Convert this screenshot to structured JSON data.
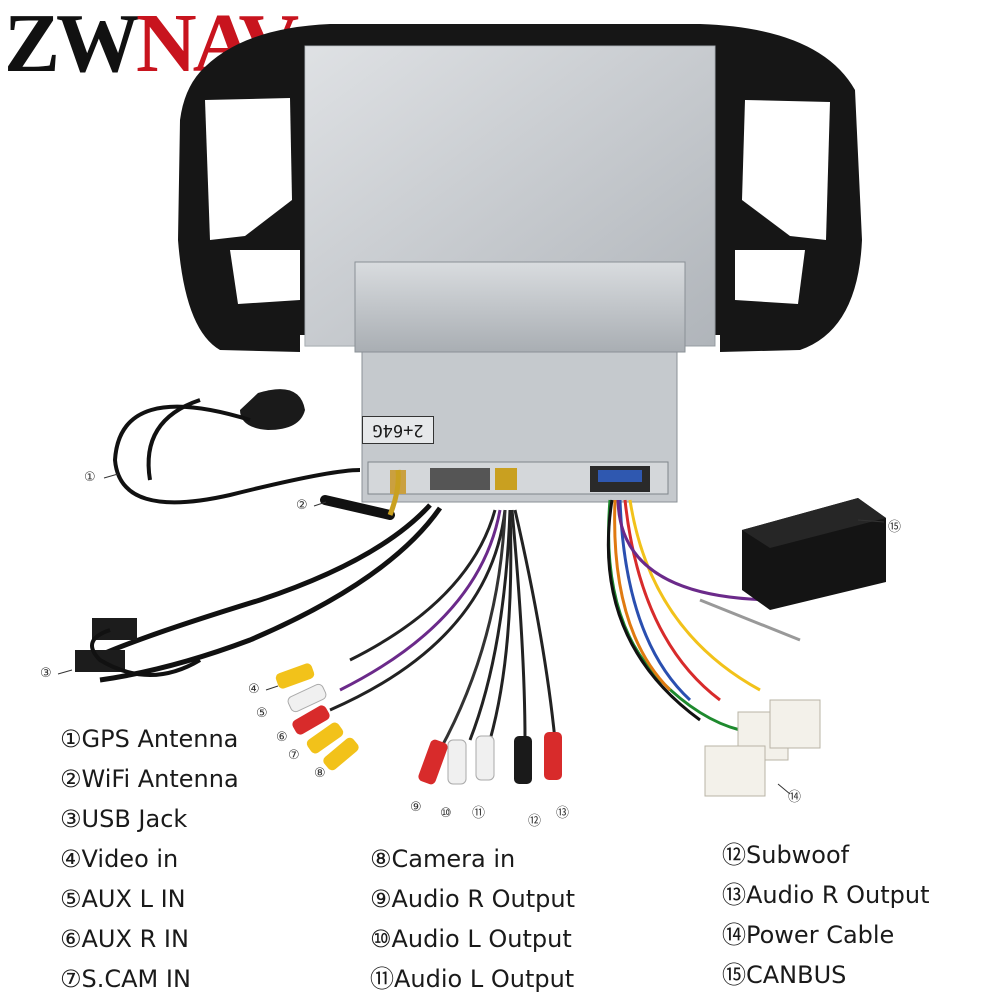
{
  "brand": {
    "part1": "ZW",
    "part2": "NAV"
  },
  "unit_label": "2+64G",
  "callouts": [
    "①",
    "②",
    "③",
    "④",
    "⑤",
    "⑥",
    "⑦",
    "⑧",
    "⑨",
    "⑩",
    "⑪",
    "⑫",
    "⑬",
    "⑭",
    "⑮"
  ],
  "legend": {
    "col1": [
      "①GPS Antenna",
      "②WiFi Antenna",
      "③USB Jack",
      "④Video in",
      "⑤AUX L IN",
      "⑥AUX R IN",
      "⑦S.CAM IN"
    ],
    "col2": [
      "⑧Camera in",
      "⑨Audio R Output",
      "⑩Audio L Output",
      "⑪Audio L Output"
    ],
    "col3": [
      "⑫Subwoof",
      "⑬Audio R Output",
      "⑭Power Cable",
      "⑮CANBUS"
    ]
  },
  "colors": {
    "brand_red": "#c8141e",
    "frame": "#161616",
    "panel": "#c9cdd2",
    "rca_red": "#d82b2b",
    "rca_yellow": "#f2c21a",
    "rca_white": "#f0f0f0"
  }
}
